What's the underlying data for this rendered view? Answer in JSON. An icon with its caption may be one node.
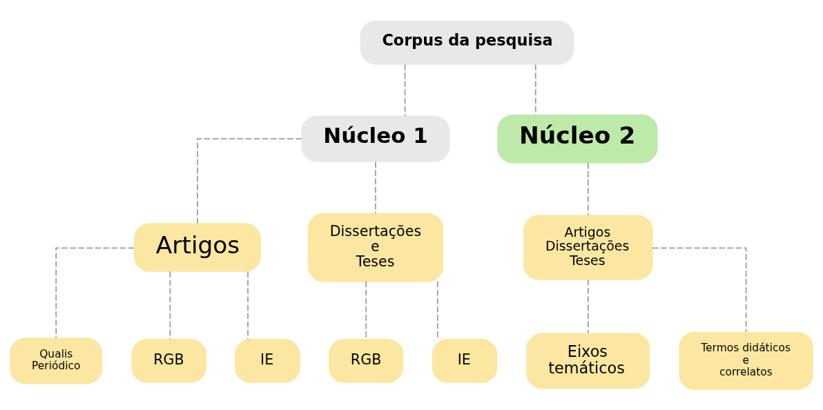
{
  "diagram": {
    "nodes": [
      {
        "text": [
          "Corpus da pesquisa"
        ]
      },
      {
        "text": [
          "Núcleo 1"
        ]
      },
      {
        "text": [
          "Núcleo 2"
        ]
      },
      {
        "text": [
          "Artigos"
        ]
      },
      {
        "text": [
          "Dissertações e Teses"
        ]
      },
      {
        "text": [
          "Qualis Periódico"
        ]
      },
      {
        "text": [
          "RGB"
        ]
      },
      {
        "text": [
          "IE"
        ]
      },
      {
        "text": [
          "RGB"
        ]
      },
      {
        "text": [
          "IE"
        ]
      },
      {
        "text": [
          "Artigos Dissertações Teses"
        ]
      },
      {
        "text": [
          "Eixos temáticos"
        ]
      },
      {
        "text": [
          "Termos didáticos e correlatos"
        ]
      }
    ],
    "edges": [
      {
        "from": 0,
        "to": 1,
        "arrow": "none",
        "style": "dashed"
      },
      {
        "from": 0,
        "to": 2,
        "arrow": "none",
        "style": "dashed"
      },
      {
        "from": 1,
        "to": 3,
        "arrow": "none",
        "style": "dashed"
      },
      {
        "from": 1,
        "to": 4,
        "arrow": "none",
        "style": "dashed"
      },
      {
        "from": 3,
        "to": 5,
        "arrow": "none",
        "style": "dashed"
      },
      {
        "from": 3,
        "to": 6,
        "arrow": "none",
        "style": "dashed"
      },
      {
        "from": 3,
        "to": 7,
        "arrow": "none",
        "style": "dashed"
      },
      {
        "from": 4,
        "to": 8,
        "arrow": "none",
        "style": "dashed"
      },
      {
        "from": 4,
        "to": 9,
        "arrow": "none",
        "style": "dashed"
      },
      {
        "from": 2,
        "to": 10,
        "arrow": "none",
        "style": "dashed"
      },
      {
        "from": 10,
        "to": 11,
        "arrow": "none",
        "style": "dashed"
      },
      {
        "from": 10,
        "to": 12,
        "arrow": "none",
        "style": "dashed"
      }
    ]
  }
}
